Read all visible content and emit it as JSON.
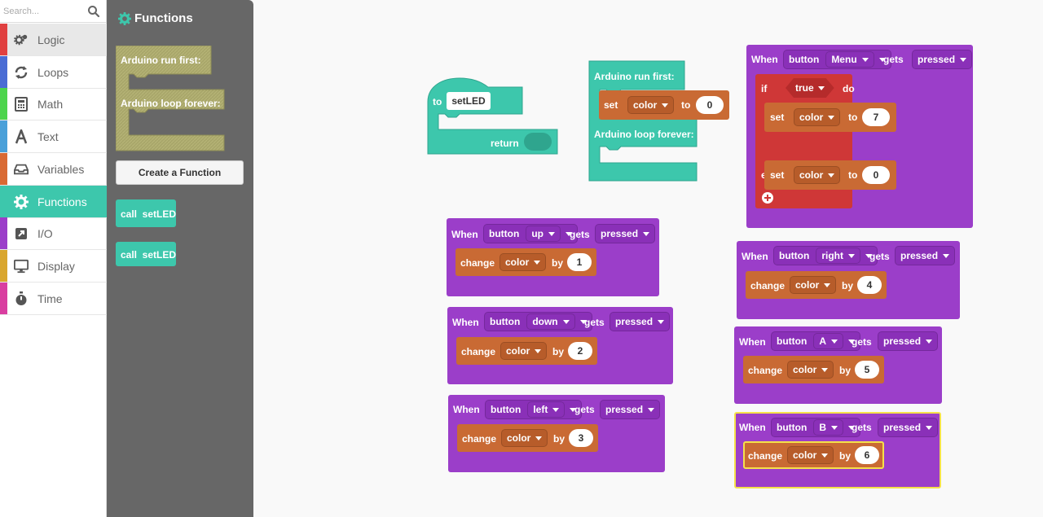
{
  "search": {
    "placeholder": "Search..."
  },
  "categories": [
    {
      "label": "Logic",
      "color": "#e04040",
      "icon": "gears-icon"
    },
    {
      "label": "Loops",
      "color": "#4a6cd4",
      "icon": "loop-icon"
    },
    {
      "label": "Math",
      "color": "#4cd44c",
      "icon": "calculator-icon"
    },
    {
      "label": "Text",
      "color": "#4aa0d9",
      "icon": "text-icon"
    },
    {
      "label": "Variables",
      "color": "#d96a34",
      "icon": "inbox-icon"
    },
    {
      "label": "Functions",
      "color": "#3dc7ac",
      "icon": "gear-icon"
    },
    {
      "label": "I/O",
      "color": "#9b3ec9",
      "icon": "arrow-out-icon"
    },
    {
      "label": "Display",
      "color": "#d9a62e",
      "icon": "monitor-icon"
    },
    {
      "label": "Time",
      "color": "#d93ea0",
      "icon": "stopwatch-icon"
    }
  ],
  "flyout": {
    "title": "Functions",
    "run_first": "Arduino run first:",
    "loop_forever": "Arduino loop forever:",
    "create_button": "Create a Function",
    "call1": "call  setLED",
    "call2": "call  setLED"
  },
  "workspace": {
    "func_def": {
      "to": "to",
      "name": "setLED",
      "return": "return"
    },
    "arduino": {
      "run_first": "Arduino run first:",
      "set": "set",
      "var": "color",
      "to": "to",
      "value": "0",
      "loop_forever": "Arduino loop forever:"
    },
    "menu": {
      "when": "When",
      "button": "button",
      "name": "Menu",
      "gets": "gets",
      "pressed": "pressed",
      "if": "if",
      "cond": "true",
      "do": "do",
      "set1": "set",
      "var1": "color",
      "to1": "to",
      "val1": "7",
      "else": "else",
      "set2": "set",
      "var2": "color",
      "to2": "to",
      "val2": "0"
    },
    "handlers": [
      {
        "when": "When",
        "button": "button",
        "name": "up",
        "gets": "gets",
        "pressed": "pressed",
        "change": "change",
        "var": "color",
        "by": "by",
        "value": "1"
      },
      {
        "when": "When",
        "button": "button",
        "name": "down",
        "gets": "gets",
        "pressed": "pressed",
        "change": "change",
        "var": "color",
        "by": "by",
        "value": "2"
      },
      {
        "when": "When",
        "button": "button",
        "name": "left",
        "gets": "gets",
        "pressed": "pressed",
        "change": "change",
        "var": "color",
        "by": "by",
        "value": "3"
      },
      {
        "when": "When",
        "button": "button",
        "name": "right",
        "gets": "gets",
        "pressed": "pressed",
        "change": "change",
        "var": "color",
        "by": "by",
        "value": "4"
      },
      {
        "when": "When",
        "button": "button",
        "name": "A",
        "gets": "gets",
        "pressed": "pressed",
        "change": "change",
        "var": "color",
        "by": "by",
        "value": "5"
      },
      {
        "when": "When",
        "button": "button",
        "name": "B",
        "gets": "gets",
        "pressed": "pressed",
        "change": "change",
        "var": "color",
        "by": "by",
        "value": "6"
      }
    ]
  }
}
